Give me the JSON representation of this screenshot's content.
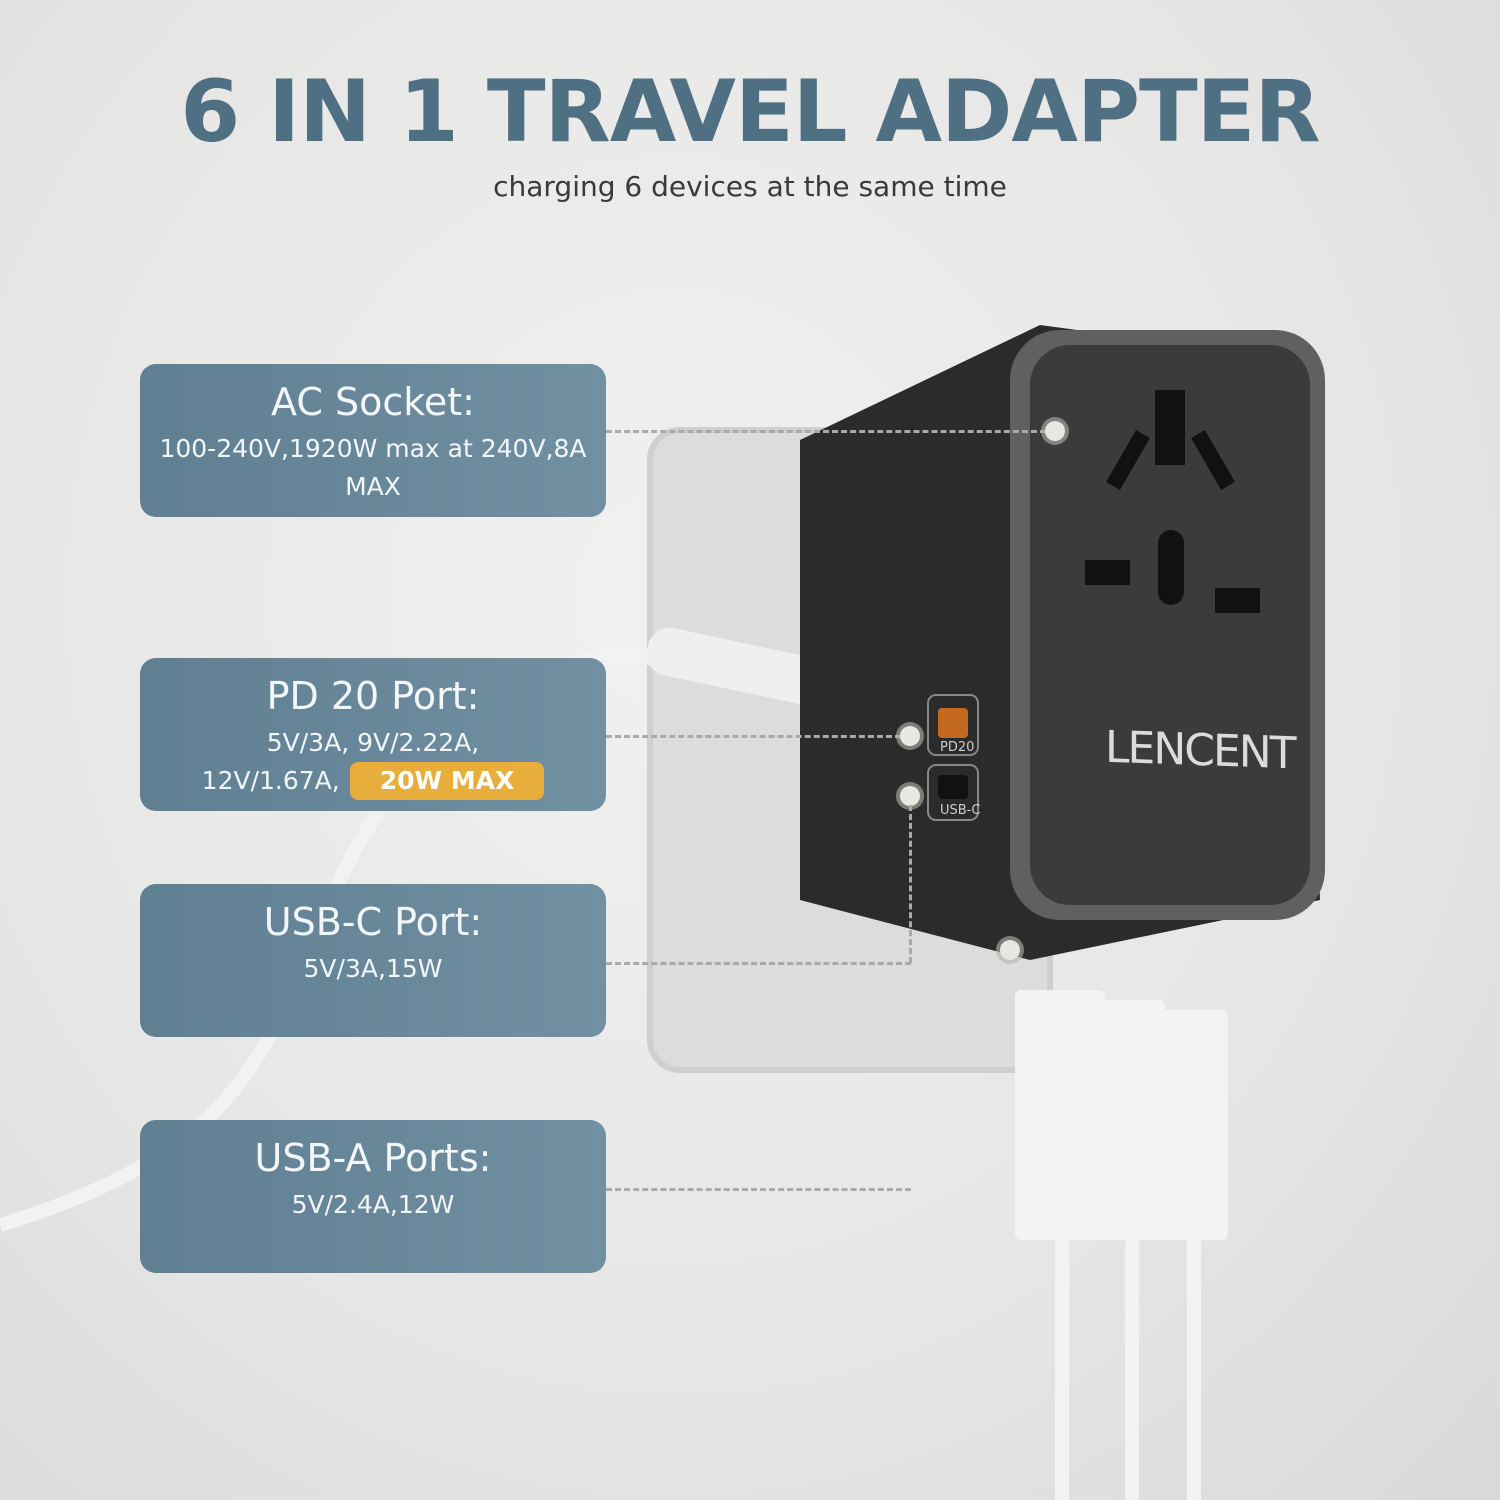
{
  "header": {
    "title": "6 IN 1 TRAVEL ADAPTER",
    "subtitle": "charging 6 devices at the same time"
  },
  "features": [
    {
      "title": "AC Socket:",
      "lines": [
        "100-240V,1920W max at 240V,8A",
        "MAX"
      ]
    },
    {
      "title": "PD 20 Port:",
      "lines": [
        "5V/3A, 9V/2.22A,",
        "12V/1.67A,"
      ],
      "badge": "20W MAX"
    },
    {
      "title": "USB-C Port:",
      "lines": [
        "5V/3A,15W"
      ]
    },
    {
      "title": "USB-A Ports:",
      "lines": [
        "5V/2.4A,12W"
      ]
    }
  ],
  "product": {
    "brand_logo": "LENCENT",
    "port_labels": [
      "PD20",
      "USB-C"
    ]
  },
  "colors": {
    "title": "#4f6f82",
    "card": "#6a899b",
    "badge": "#e7ae3b",
    "device": "#2b2b2c"
  }
}
